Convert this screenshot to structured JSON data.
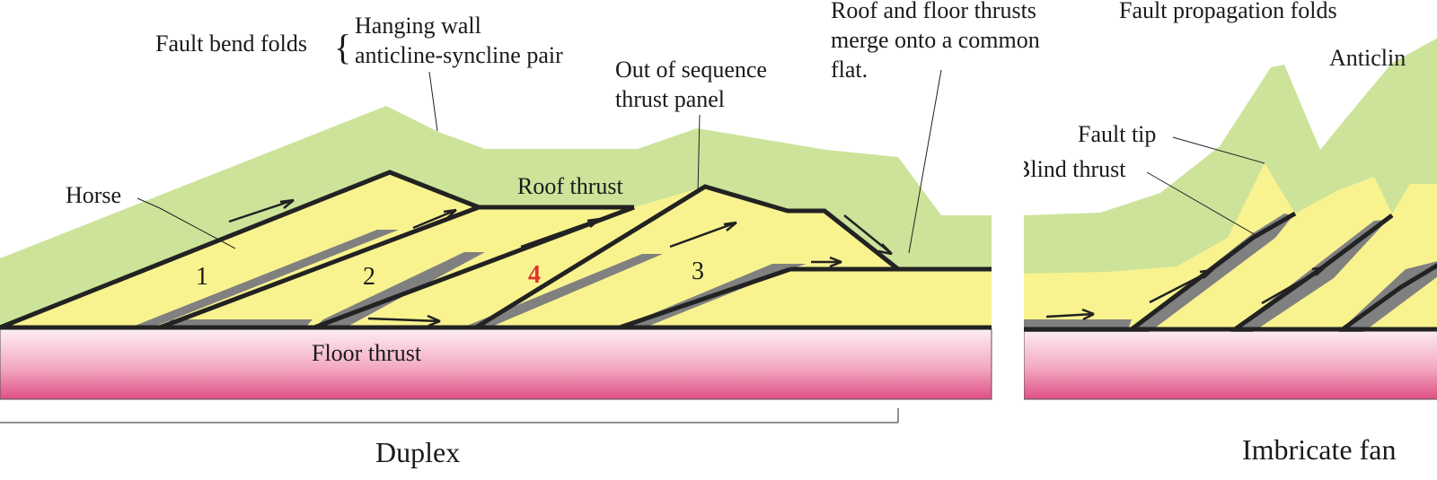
{
  "duplex": {
    "fault_bend_folds": "Fault bend folds",
    "hanging_wall": "Hanging wall",
    "anticline_syncline_pair": "anticline-syncline pair",
    "out_of_sequence_line1": "Out of sequence",
    "out_of_sequence_line2": "thrust panel",
    "roof_floor_line1": "Roof and floor thrusts",
    "roof_floor_line2": "merge onto a common",
    "roof_floor_line3": "flat.",
    "horse": "Horse",
    "roof_thrust": "Roof thrust",
    "floor_thrust": "Floor thrust",
    "panel_numbers": [
      "1",
      "2",
      "4",
      "3"
    ],
    "title": "Duplex"
  },
  "imbricate": {
    "fault_propagation_folds": "Fault propagation folds",
    "anticline_partial": "Anticlin",
    "fault_tip": "Fault tip",
    "blind_thrust": "Blind thrust",
    "title_partial": "Imbricate fan"
  },
  "colors": {
    "green": "#cde39a",
    "yellow": "#f8f38e",
    "grey": "#808080",
    "pink_top": "#fce4ec",
    "pink_bottom": "#e25588",
    "highlight_number": "#e53030"
  }
}
